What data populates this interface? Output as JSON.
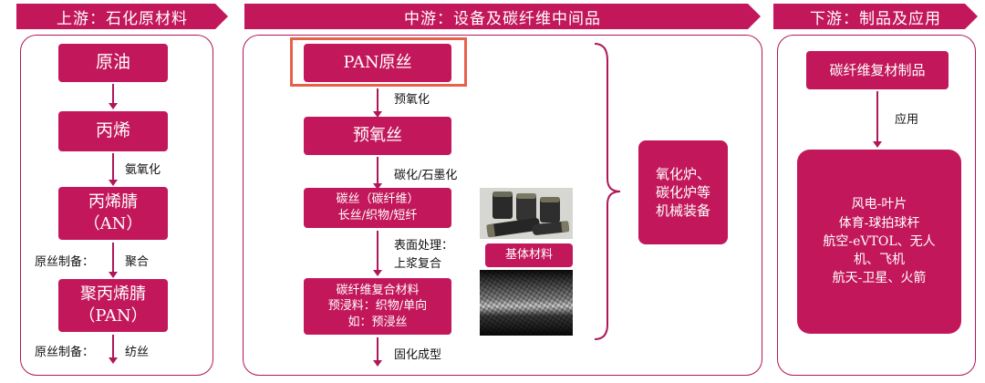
{
  "upstream": {
    "title": "上游：石化原材料",
    "boxes": [
      "原油",
      "丙烯",
      "丙烯腈\n（AN）",
      "聚丙烯腈\n（PAN）"
    ],
    "step1": "氨氧化",
    "step2_left": "原丝制备：",
    "step2_right": "聚合",
    "step3_left": "原丝制备：",
    "step3_right": "纺丝"
  },
  "midstream": {
    "title": "中游：设备及碳纤维中间品",
    "box_pan": "PAN原丝",
    "step_preox": "预氧化",
    "box_preox": "预氧丝",
    "step_carb": "碳化/石墨化",
    "box_cf": "碳丝（碳纤维）\n长丝/织物/短纤",
    "step_surface": "表面处理：\n上浆复合",
    "base_label": "基体材料",
    "box_prepreg": "碳纤维复合材料\n预浸料：织物/单向\n如：预浸丝",
    "step_cure": "固化成型",
    "equipment": "氧化炉、\n碳化炉等\n机械装备",
    "highlight_color": "#e8604a"
  },
  "downstream": {
    "title": "下游：制品及应用",
    "box_products": "碳纤维复材制品",
    "step_apply": "应用",
    "applications": "风电-叶片\n体育-球拍球杆\n航空-eVTOL、无人\n机、飞机\n航天-卫星、火箭"
  },
  "colors": {
    "accent": "#c2185b",
    "border": "#b0175a"
  }
}
